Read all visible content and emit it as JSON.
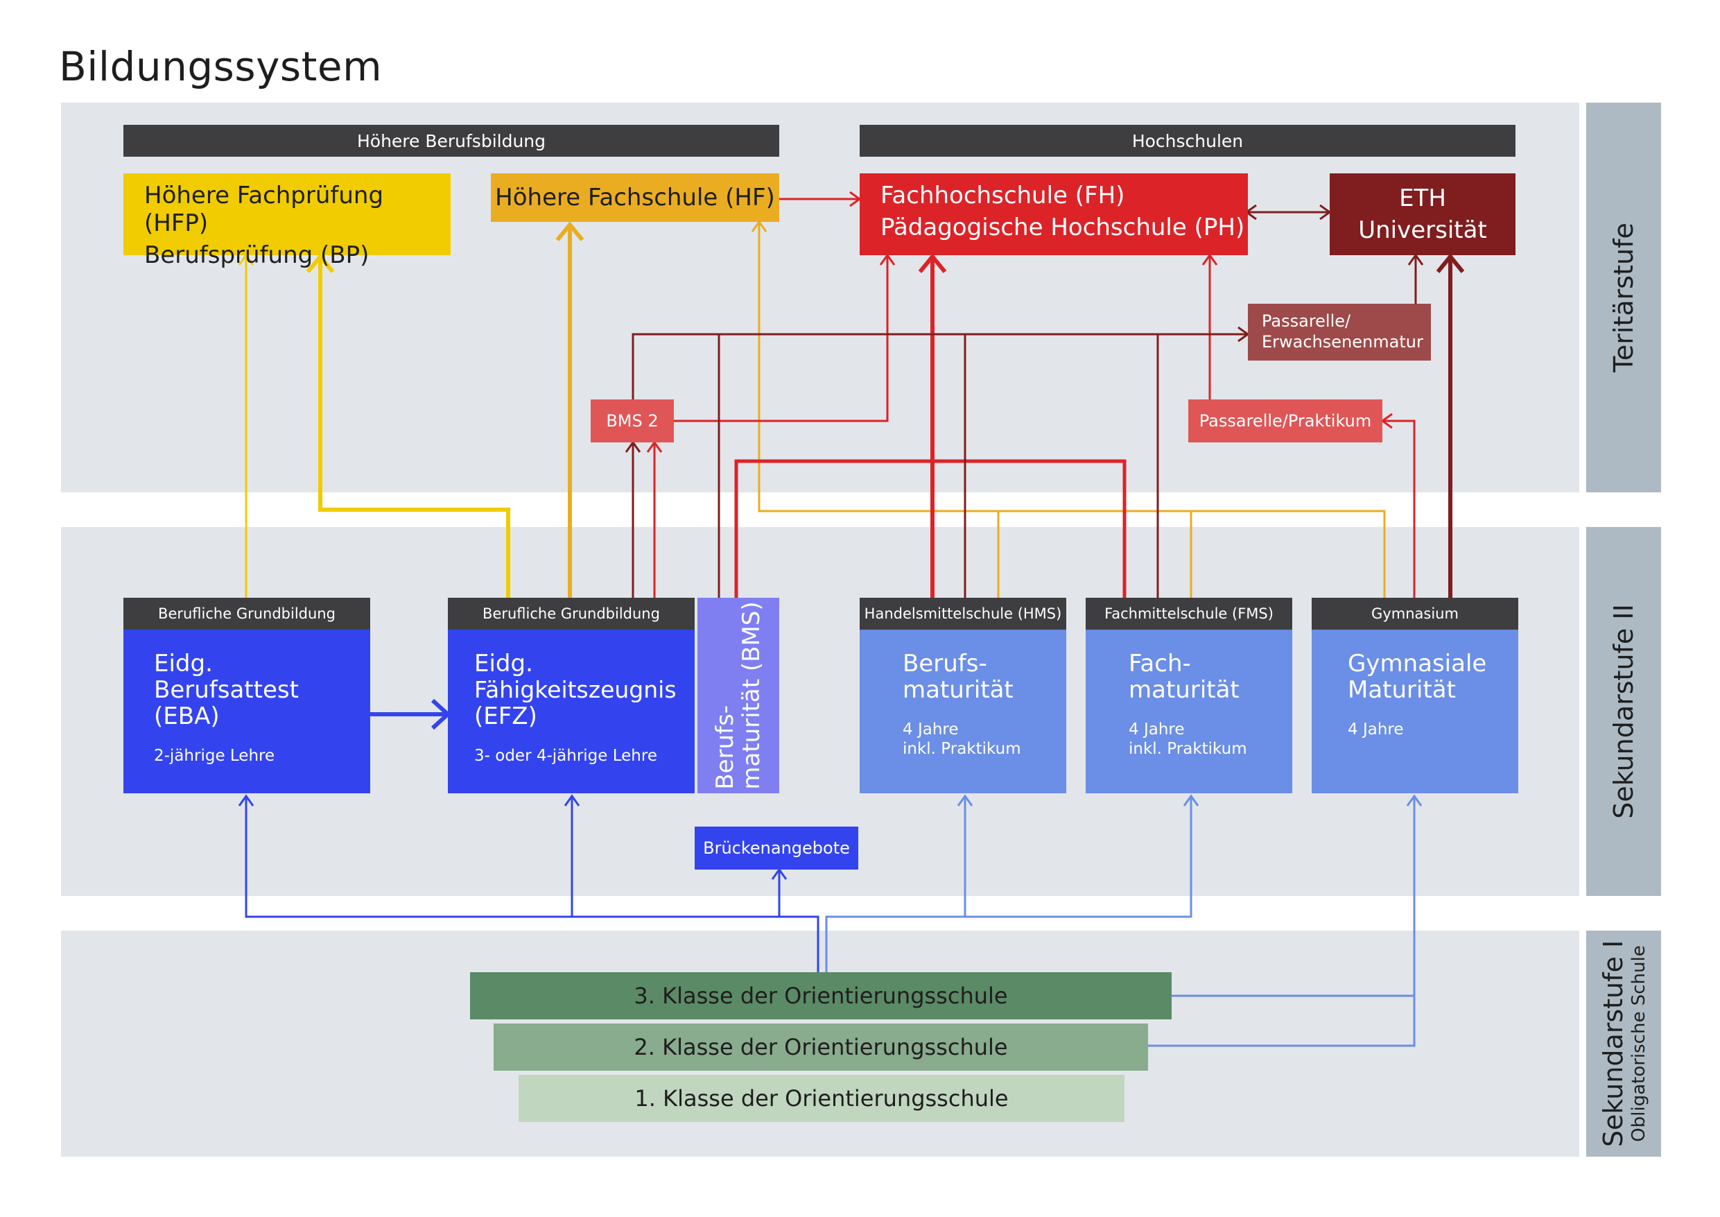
{
  "title": "Bildungssystem",
  "bands": {
    "tertiaer": "Teritärstufe",
    "sek2": "Sekundarstufe II",
    "sek1": "Sekundarstufe I",
    "sek1_sub": "Obligatorische Schule"
  },
  "tertiary": {
    "hbb_header": "Höhere Berufsbildung",
    "hs_header": "Hochschulen",
    "hfp_line1": "Höhere Fachprüfung (HFP)",
    "hfp_line2": "Berufsprüfung (BP)",
    "hf": "Höhere Fachschule (HF)",
    "fh_line1": "Fachhochschule (FH)",
    "fh_line2": "Pädagogische Hochschule (PH)",
    "eth_line1": "ETH",
    "eth_line2": "Universität",
    "passarelle_line1": "Passarelle/",
    "passarelle_line2": "Erwachsenenmatur",
    "bms2": "BMS 2",
    "passarelle_praktikum": "Passarelle/Praktikum"
  },
  "sek2": {
    "eba_header": "Berufliche Grundbildung",
    "eba_line1": "Eidg.",
    "eba_line2": "Berufsattest",
    "eba_line3": "(EBA)",
    "eba_sub": "2-jährige Lehre",
    "efz_header": "Berufliche Grundbildung",
    "efz_line1": "Eidg.",
    "efz_line2": "Fähigkeitszeugnis",
    "efz_line3": "(EFZ)",
    "efz_sub": "3- oder 4-jährige Lehre",
    "bms_line1": "Berufs-",
    "bms_line2": "maturität (BMS)",
    "hms_header": "Handelsmittelschule (HMS)",
    "hms_line1": "Berufs-",
    "hms_line2": "maturität",
    "hms_sub1": "4 Jahre",
    "hms_sub2": "inkl. Praktikum",
    "fms_header": "Fachmittelschule (FMS)",
    "fms_line1": "Fach-",
    "fms_line2": "maturität",
    "fms_sub1": "4 Jahre",
    "fms_sub2": "inkl. Praktikum",
    "gym_header": "Gymnasium",
    "gym_line1": "Gymnasiale",
    "gym_line2": "Maturität",
    "gym_sub": "4 Jahre",
    "bruecken": "Brückenangebote"
  },
  "sek1": {
    "klasse3": "3. Klasse der Orientierungsschule",
    "klasse2": "2. Klasse der Orientierungsschule",
    "klasse1": "1. Klasse der Orientierungsschule"
  },
  "colors": {
    "band": "#e2e6ea",
    "side": "#aebac3",
    "header": "#3e3e40",
    "yellow": "#f0cc00",
    "orange": "#eaad22",
    "red": "#dc2328",
    "darkred": "#801d1f",
    "lightred": "#e05656",
    "brownred": "#9e4a4a",
    "blue": "#3344ee",
    "violet": "#7f7ff2",
    "lightblue": "#6b8ee6",
    "green3": "#5b8a66",
    "green2": "#89ab8e",
    "green1": "#c0d6bf"
  }
}
